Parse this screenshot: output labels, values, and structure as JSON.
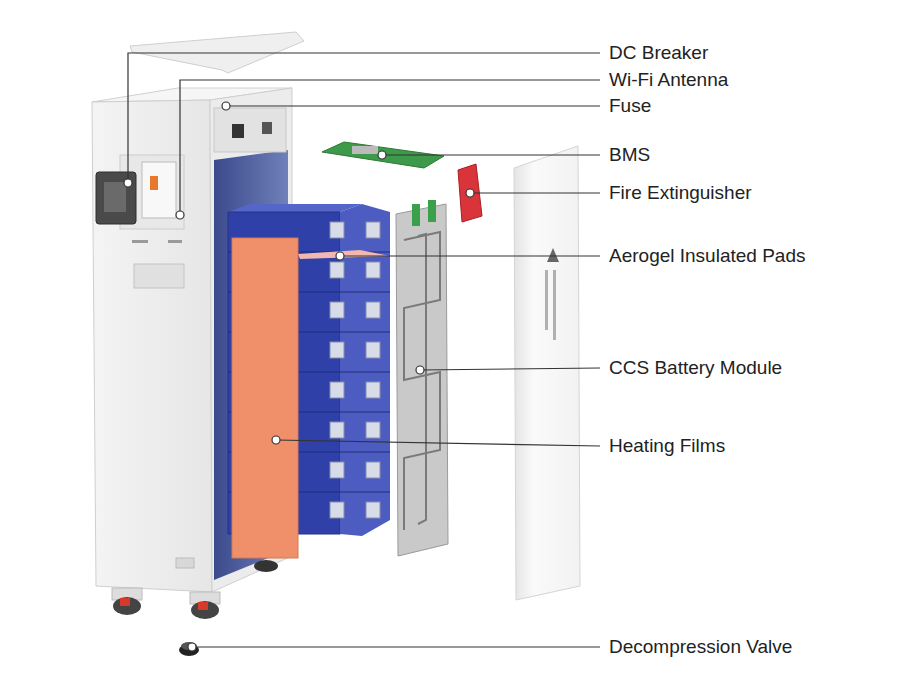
{
  "diagram": {
    "labels": [
      "DC Breaker",
      "Wi-Fi Antenna",
      "Fuse",
      "BMS",
      "Fire Extinguisher",
      "Aerogel Insulated Pads",
      "CCS Battery Module",
      "Heating Films",
      "Decompression Valve"
    ]
  }
}
